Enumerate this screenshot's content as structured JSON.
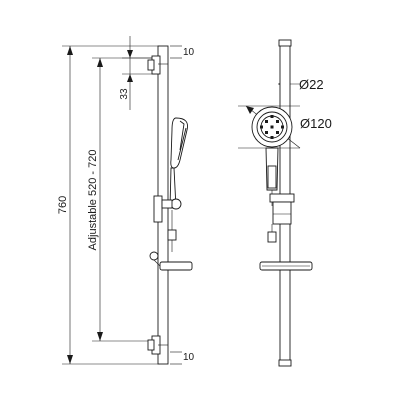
{
  "dimensions": {
    "overall_height": "760",
    "adjustable_range": "Adjustable 520 - 720",
    "top_offset": "10",
    "bottom_offset": "10",
    "bracket_height": "33",
    "rail_diameter": "Ø22",
    "head_diameter": "Ø120"
  }
}
